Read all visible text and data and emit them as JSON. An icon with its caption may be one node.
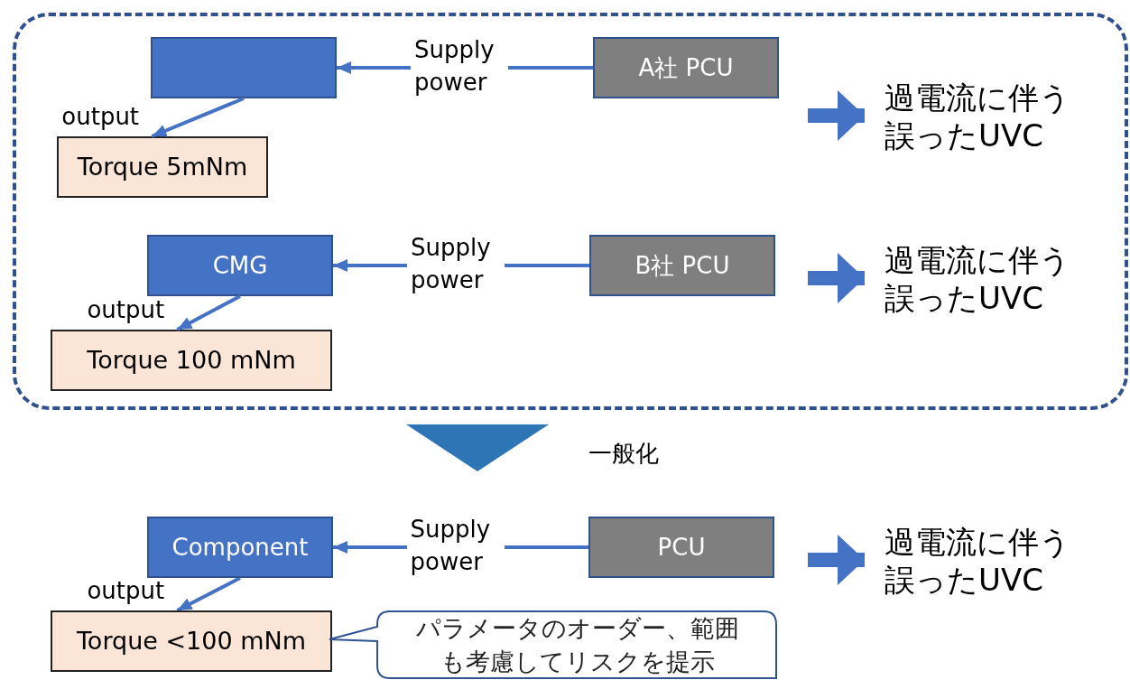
{
  "diagram": {
    "nodes": [
      {
        "text": [],
        "shape": "box"
      },
      {
        "text": [],
        "shape": "box",
        "in": 0
      },
      {
        "text": [
          "A社 PCU"
        ],
        "in": 0
      },
      {
        "text": [
          "Torque 5mNm"
        ],
        "in": 0
      },
      {
        "text": [
          "過電流に伴う誤ったUVC"
        ],
        "in": 0
      },
      {
        "text": [
          "CMG"
        ],
        "in": 0
      },
      {
        "text": [
          "B社 PCU"
        ],
        "in": 0
      },
      {
        "text": [
          "Torque 100 mNm"
        ],
        "in": 0
      },
      {
        "text": [
          "過電流に伴う誤ったUVC"
        ],
        "in": 0
      },
      {
        "text": [
          "Component"
        ]
      },
      {
        "text": [
          "PCU"
        ]
      },
      {
        "text": [
          "Torque <100 mNm"
        ]
      },
      {
        "text": [
          "過電流に伴う誤ったUVC"
        ]
      },
      {
        "text": [
          "パラメータのオーダー、範囲も考慮してリスクを提示"
        ]
      }
    ],
    "edges": [
      {
        "from": 2,
        "to": 1,
        "arrow": "to",
        "label": "Supply power"
      },
      {
        "from": 1,
        "to": 3,
        "arrow": "to",
        "label": "output"
      },
      {
        "from": null,
        "to": 4,
        "arrow": "to",
        "style": "thick"
      },
      {
        "from": 6,
        "to": 5,
        "arrow": "to",
        "label": "Supply power"
      },
      {
        "from": 5,
        "to": 7,
        "arrow": "to",
        "label": "output"
      },
      {
        "from": null,
        "to": 8,
        "arrow": "to",
        "style": "thick"
      },
      {
        "from": 10,
        "to": 9,
        "arrow": "to",
        "label": "Supply power"
      },
      {
        "from": 9,
        "to": 11,
        "arrow": "to",
        "label": "output"
      },
      {
        "from": null,
        "to": 12,
        "arrow": "to",
        "style": "thick"
      }
    ],
    "labels": [
      "一般化"
    ]
  }
}
